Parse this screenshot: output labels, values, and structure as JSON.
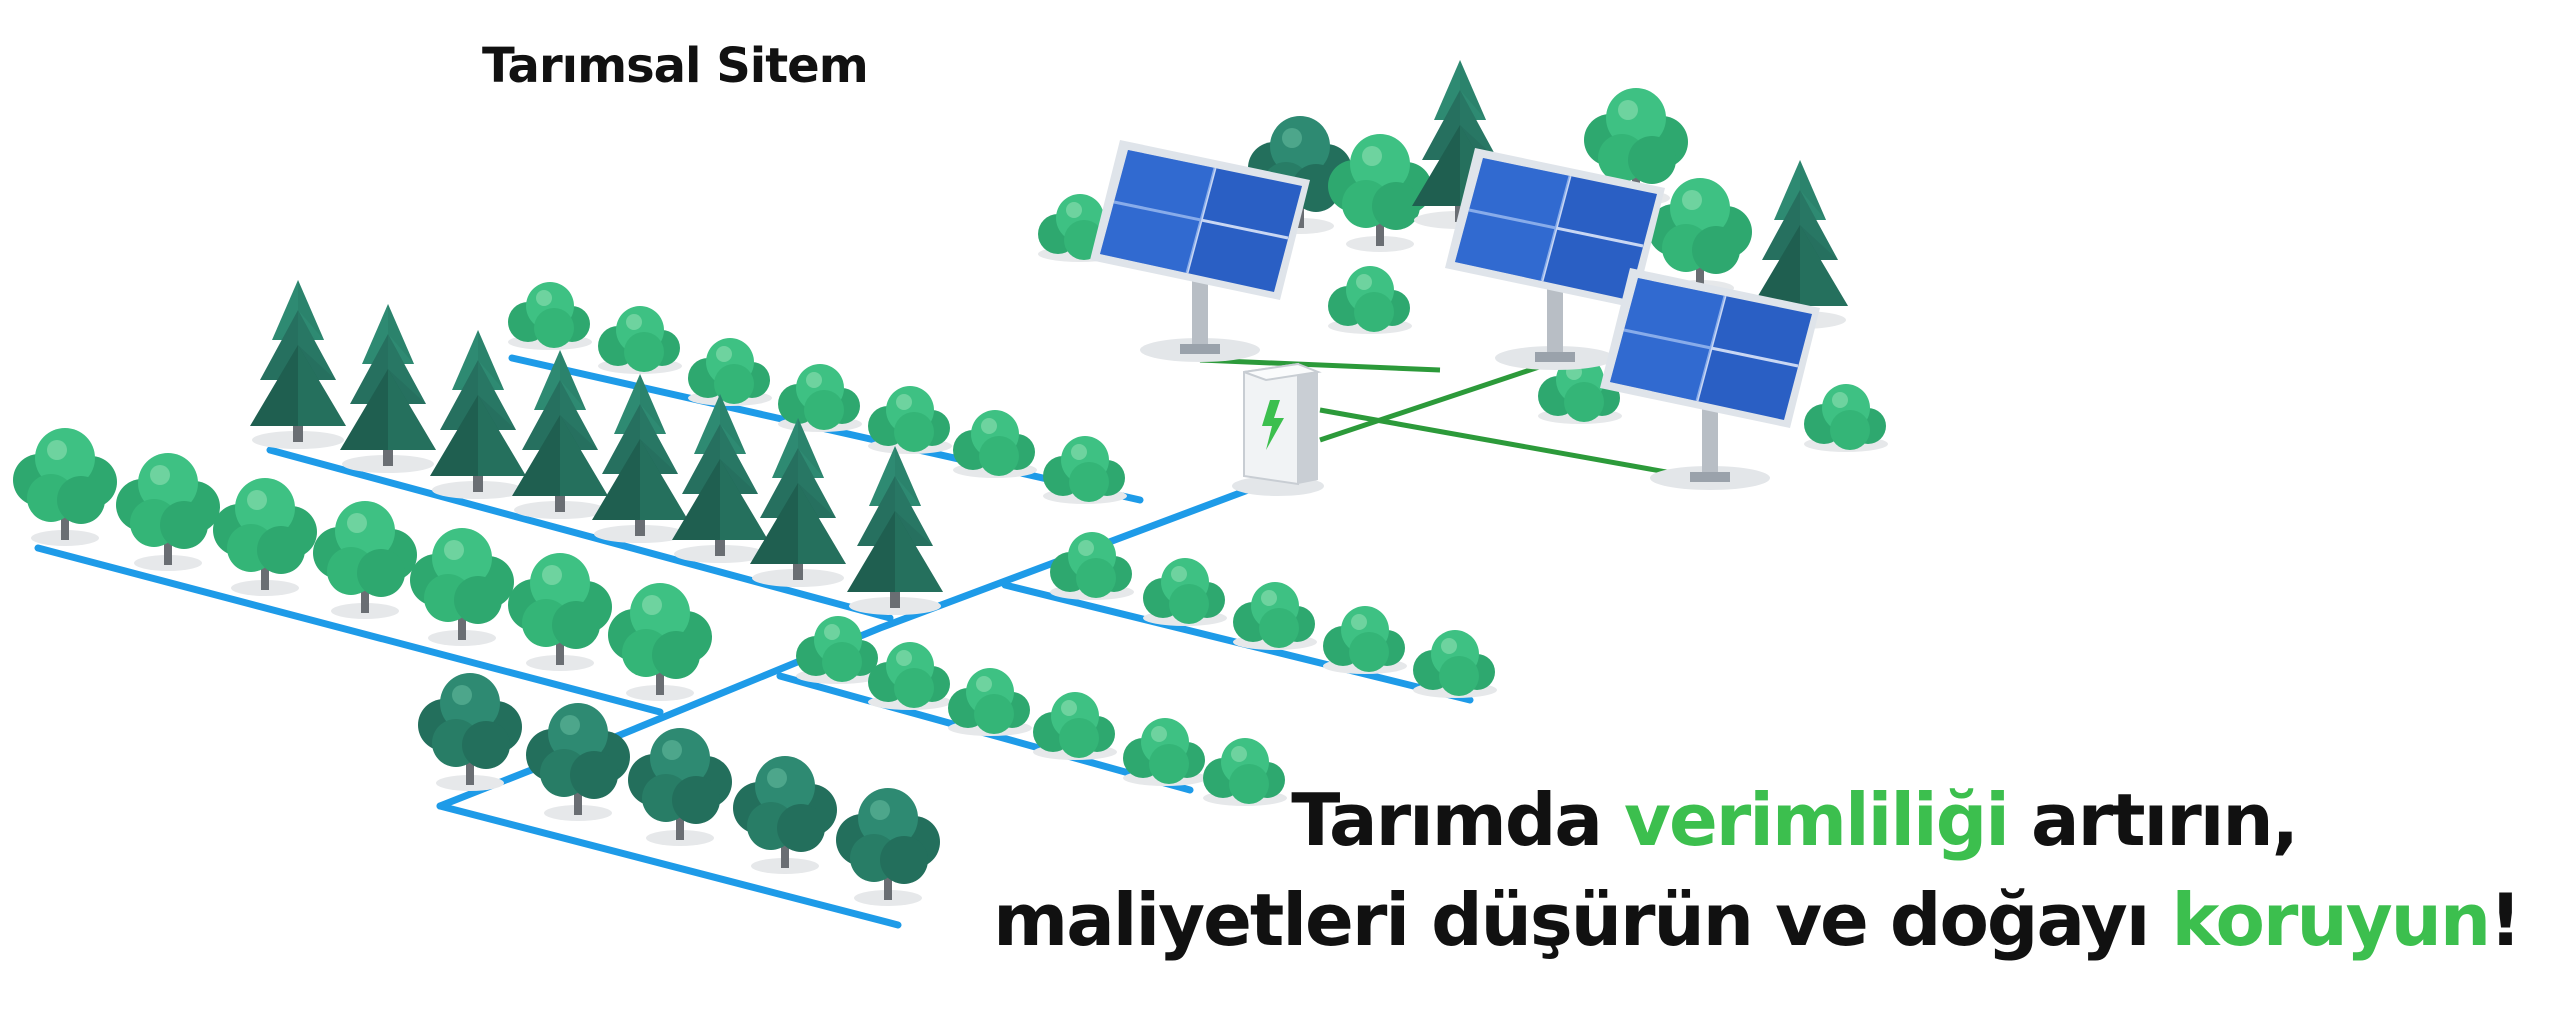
{
  "title": "Tarımsal Sitem",
  "slogan": {
    "line1": {
      "a": "Tarımda ",
      "highlight": "verimliliği",
      "b": " artırın,"
    },
    "line2": {
      "a": "maliyetleri düşürün ve doğayı ",
      "highlight": "koruyun",
      "b": "!"
    }
  },
  "colors": {
    "highlight": "#3cbf4e",
    "pipe": "#1e9be8",
    "power_cable": "#2c9a3a",
    "solar_panel": "#2a5fc4",
    "tree_light": "#35b87b",
    "tree_dark": "#2c8c6e",
    "pine": "#26705f"
  },
  "icons": [
    "solar-panel-icon",
    "inverter-box-icon",
    "lightning-bolt-icon",
    "tree-icon",
    "pine-tree-icon",
    "bush-icon"
  ]
}
